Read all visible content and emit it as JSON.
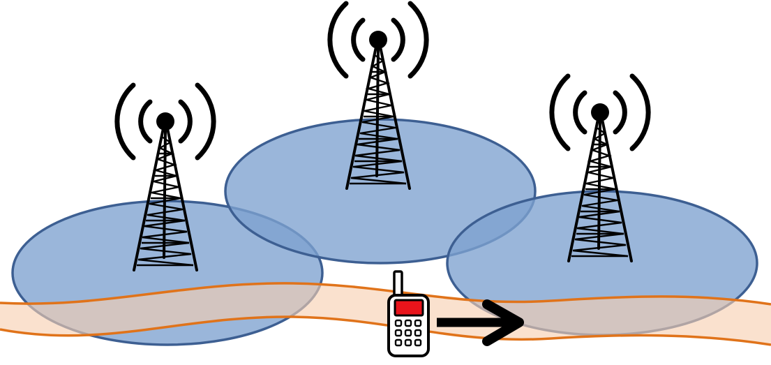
{
  "diagram": {
    "description_free": true,
    "towers": [
      {
        "id": "left",
        "icon": "cell-tower-icon"
      },
      {
        "id": "center",
        "icon": "cell-tower-icon"
      },
      {
        "id": "right",
        "icon": "cell-tower-icon"
      }
    ],
    "coverage_cells": [
      {
        "id": "left"
      },
      {
        "id": "center"
      },
      {
        "id": "right"
      }
    ],
    "road": {
      "icon": "road"
    },
    "device": {
      "icon": "mobile-phone-icon"
    },
    "movement": {
      "icon": "arrow-right-icon"
    },
    "colors": {
      "cell_fill": "#7ea1d0",
      "cell_stroke": "#3d5f92",
      "road_fill": "#f7cfb0",
      "road_stroke": "#e0731a",
      "overlap_tint": "#a5a0a0",
      "tower": "#000000",
      "phone_screen": "#e8141b"
    }
  }
}
